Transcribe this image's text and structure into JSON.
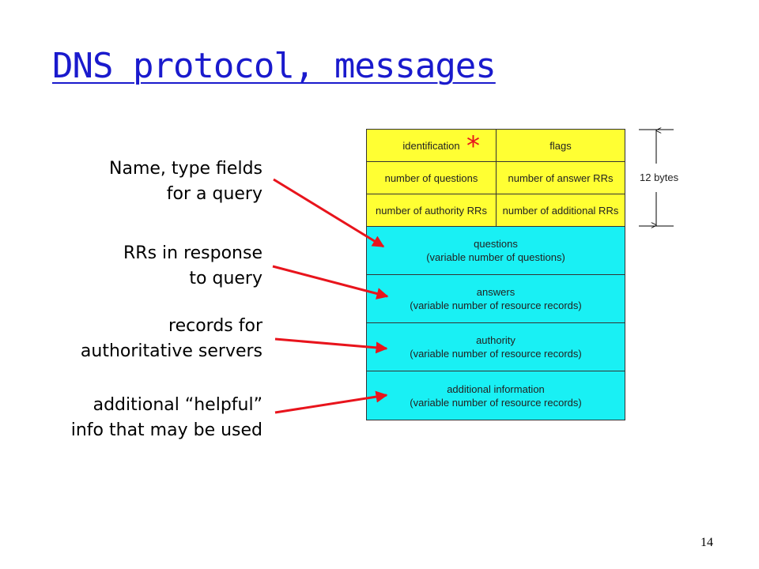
{
  "title": "DNS protocol, messages",
  "labels": {
    "questions": [
      "Name, type fields",
      "for a query"
    ],
    "answers": [
      "RRs in response",
      "to query"
    ],
    "authority": [
      "records for",
      "authoritative servers"
    ],
    "additional": [
      "additional “helpful”",
      "info that may be used"
    ]
  },
  "header": {
    "identification": "identification",
    "flags": "flags",
    "num_questions": "number of questions",
    "num_answers": "number of answer RRs",
    "num_authority": "number of authority RRs",
    "num_additional": "number of additional RRs"
  },
  "sections": {
    "questions": [
      "questions",
      "(variable number of questions)"
    ],
    "answers": [
      "answers",
      "(variable number of resource records)"
    ],
    "authority": [
      "authority",
      "(variable number of resource  records)"
    ],
    "additional": [
      "additional information",
      "(variable number of resource records)"
    ]
  },
  "star": "*",
  "size_label": "12 bytes",
  "page_number": "14",
  "colors": {
    "title": "#1a1acd",
    "header_fill": "#ffff33",
    "section_fill": "#19f0f4",
    "arrow": "#e8141c"
  }
}
